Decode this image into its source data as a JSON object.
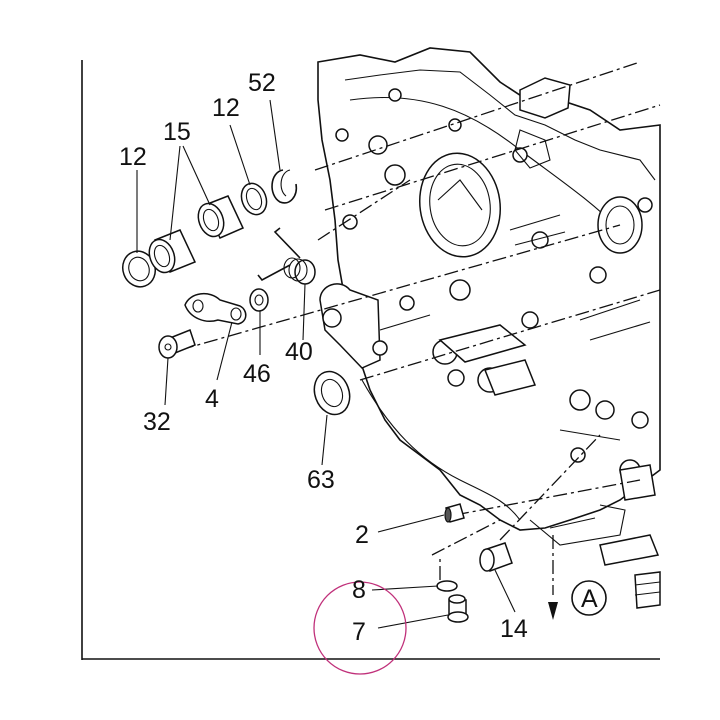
{
  "callouts": {
    "c12a": "12",
    "c15": "15",
    "c12b": "12",
    "c52": "52",
    "c40": "40",
    "c46": "46",
    "c4": "4",
    "c32": "32",
    "c63": "63",
    "c2": "2",
    "c8": "8",
    "c7": "7",
    "c14": "14",
    "view_a": "A"
  },
  "colors": {
    "line": "#111111",
    "highlight_circle": "#c0307a",
    "part_shade": "#cfcfcf"
  }
}
